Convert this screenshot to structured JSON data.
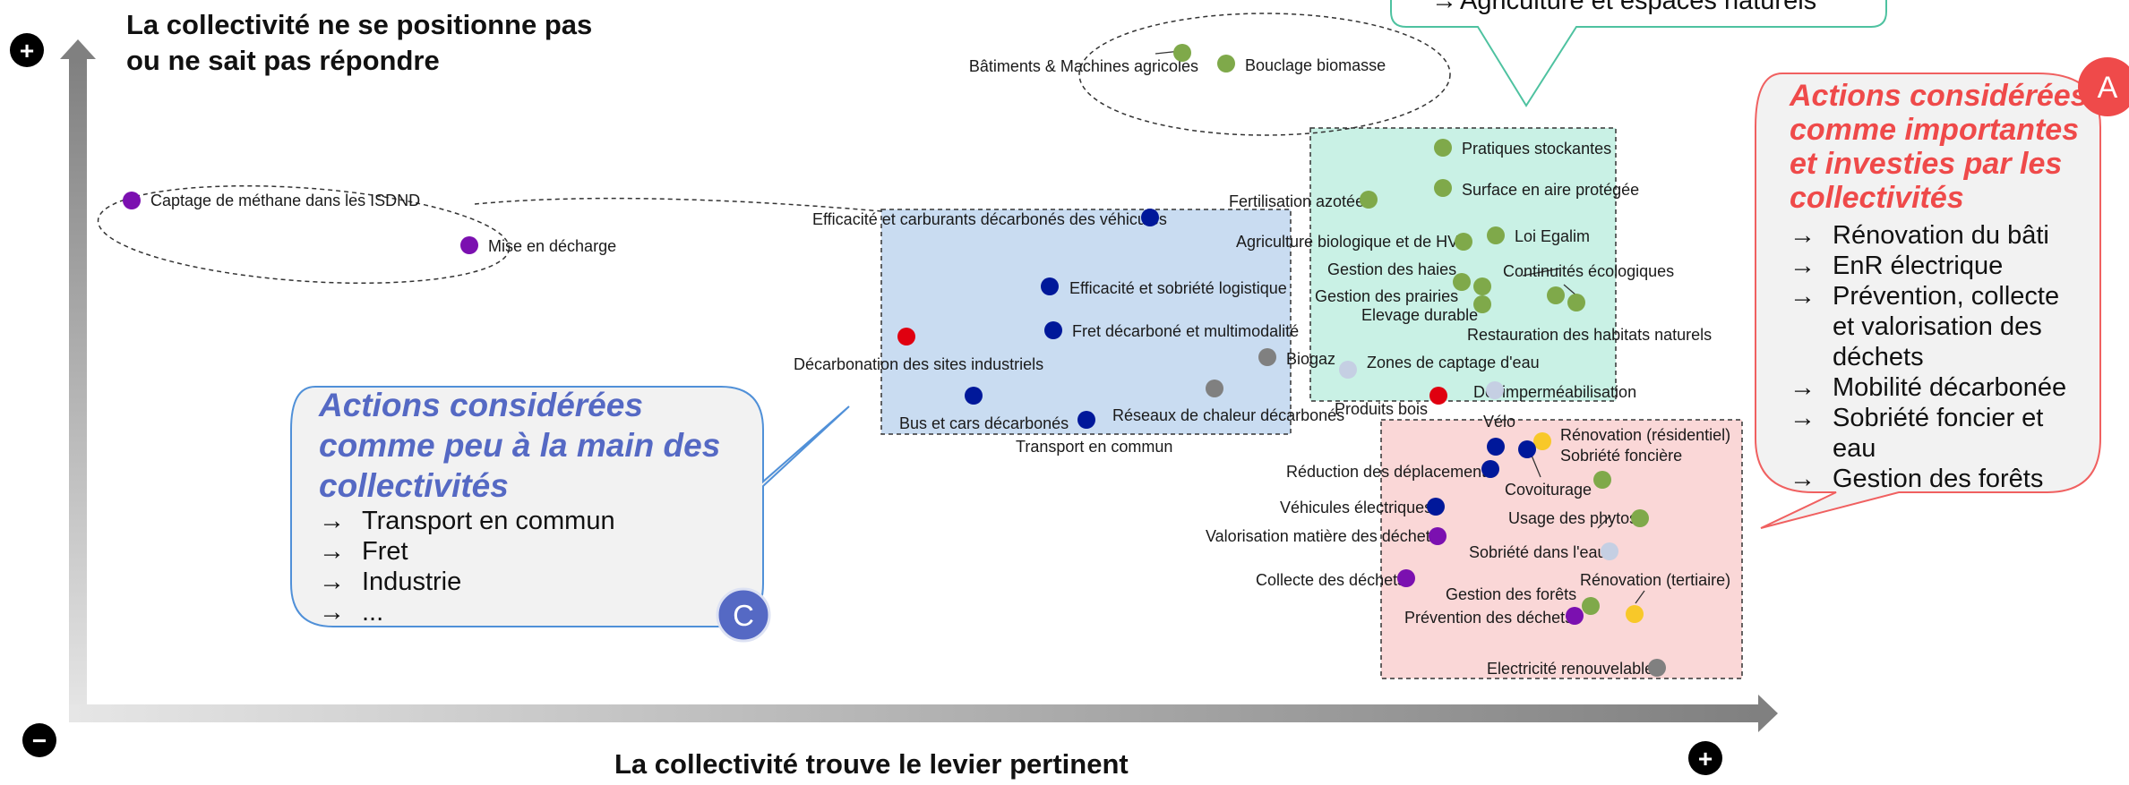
{
  "axes": {
    "y_title_line1": "La collectivité ne se positionne pas",
    "y_title_line2": "ou ne sait pas répondre",
    "x_title": "La collectivité trouve le levier pertinent",
    "plus_symbol": "+",
    "minus_symbol": "−"
  },
  "callouts": {
    "top": {
      "item": "Agriculture et espaces naturels"
    },
    "right": {
      "badge": "A",
      "heading_line1": "Actions considérées",
      "heading_line2": "comme importantes",
      "heading_line3": "et investies par les",
      "heading_line4": "collectivités",
      "items": [
        {
          "arrow": "→",
          "lines": [
            "Rénovation du bâti"
          ]
        },
        {
          "arrow": "→",
          "lines": [
            "EnR électrique"
          ]
        },
        {
          "arrow": "→",
          "lines": [
            "Prévention, collecte",
            "et valorisation des",
            "déchets"
          ]
        },
        {
          "arrow": "→",
          "lines": [
            "Mobilité décarbonée"
          ]
        },
        {
          "arrow": "→",
          "lines": [
            "Sobriété foncier et",
            "eau"
          ]
        },
        {
          "arrow": "→",
          "lines": [
            "Gestion des forêts"
          ]
        }
      ]
    },
    "left": {
      "badge": "C",
      "heading_line1": "Actions considérées",
      "heading_line2": "comme peu à la main des",
      "heading_line3": "collectivités",
      "items": [
        {
          "arrow": "→",
          "text": "Transport en commun"
        },
        {
          "arrow": "→",
          "text": "Fret"
        },
        {
          "arrow": "→",
          "text": "Industrie"
        },
        {
          "arrow": "→",
          "text": "..."
        }
      ]
    }
  },
  "colors": {
    "waste": "#7b10b0",
    "mobility": "#00189a",
    "agri": "#7fa94a",
    "industry": "#e00010",
    "energy": "#808080",
    "water": "#c5cfe3",
    "building": "#f8c829",
    "blue_zone_fill": "#c9dcf1",
    "green_zone_fill": "#c9f1e5",
    "red_zone_fill": "#fad7d7",
    "green_callout_border": "#4ec2a0",
    "right_callout_border": "#f06060",
    "right_heading": "#ef4a4a",
    "left_callout_border": "#5090d8",
    "left_heading": "#5569c4",
    "badge_A": "#ef4a4a",
    "badge_C": "#5569c4"
  },
  "points": [
    {
      "label": "Captage de méthane dans les ISDND",
      "cat": "waste"
    },
    {
      "label": "Mise en décharge",
      "cat": "waste"
    },
    {
      "label": "Bâtiments & Machines agricoles",
      "cat": "agri"
    },
    {
      "label": "Bouclage biomasse",
      "cat": "agri"
    },
    {
      "label": "Efficacité et carburants décarbonés des véhicules",
      "cat": "mobility"
    },
    {
      "label": "Efficacité et sobriété logistique",
      "cat": "mobility"
    },
    {
      "label": "Fret décarboné et multimodalité",
      "cat": "mobility"
    },
    {
      "label": "Décarbonation des sites industriels",
      "cat": "industry"
    },
    {
      "label": "Bus et cars décarbonés",
      "cat": "mobility"
    },
    {
      "label": "Transport en commun",
      "cat": "mobility"
    },
    {
      "label": "Réseaux de chaleur décarbonés",
      "cat": "energy"
    },
    {
      "label": "Biogaz",
      "cat": "energy"
    },
    {
      "label": "Pratiques stockantes",
      "cat": "agri"
    },
    {
      "label": "Surface en aire protégée",
      "cat": "agri"
    },
    {
      "label": "Fertilisation azotée",
      "cat": "agri"
    },
    {
      "label": "Agriculture biologique et de HVE",
      "cat": "agri"
    },
    {
      "label": "Loi Egalim",
      "cat": "agri"
    },
    {
      "label": "Gestion des haies",
      "cat": "agri"
    },
    {
      "label": "Continuités écologiques",
      "cat": "agri"
    },
    {
      "label": "Gestion des prairies",
      "cat": "agri"
    },
    {
      "label": "Elevage durable",
      "cat": "agri"
    },
    {
      "label": "Restauration des habitats naturels",
      "cat": "agri"
    },
    {
      "label": "Zones de captage d'eau",
      "cat": "water"
    },
    {
      "label": "Désimperméabilisation",
      "cat": "water"
    },
    {
      "label": "Produits bois",
      "cat": "industry"
    },
    {
      "label": "Vélo",
      "cat": "mobility"
    },
    {
      "label": "Rénovation (résidentiel)",
      "cat": "building"
    },
    {
      "label": "Sobriété foncière",
      "cat": "agri"
    },
    {
      "label": "Réduction des déplacements",
      "cat": "mobility"
    },
    {
      "label": "Covoiturage",
      "cat": "mobility"
    },
    {
      "label": "Véhicules électriques",
      "cat": "mobility"
    },
    {
      "label": "Usage des phytos",
      "cat": "agri"
    },
    {
      "label": "Valorisation matière des déchets",
      "cat": "waste"
    },
    {
      "label": "Sobriété dans l'eau",
      "cat": "water"
    },
    {
      "label": "Collecte des déchets",
      "cat": "waste"
    },
    {
      "label": "Rénovation (tertiaire)",
      "cat": "building"
    },
    {
      "label": "Gestion des forêts",
      "cat": "agri"
    },
    {
      "label": "Prévention des déchets",
      "cat": "waste"
    },
    {
      "label": "Electricité renouvelable",
      "cat": "energy"
    }
  ]
}
